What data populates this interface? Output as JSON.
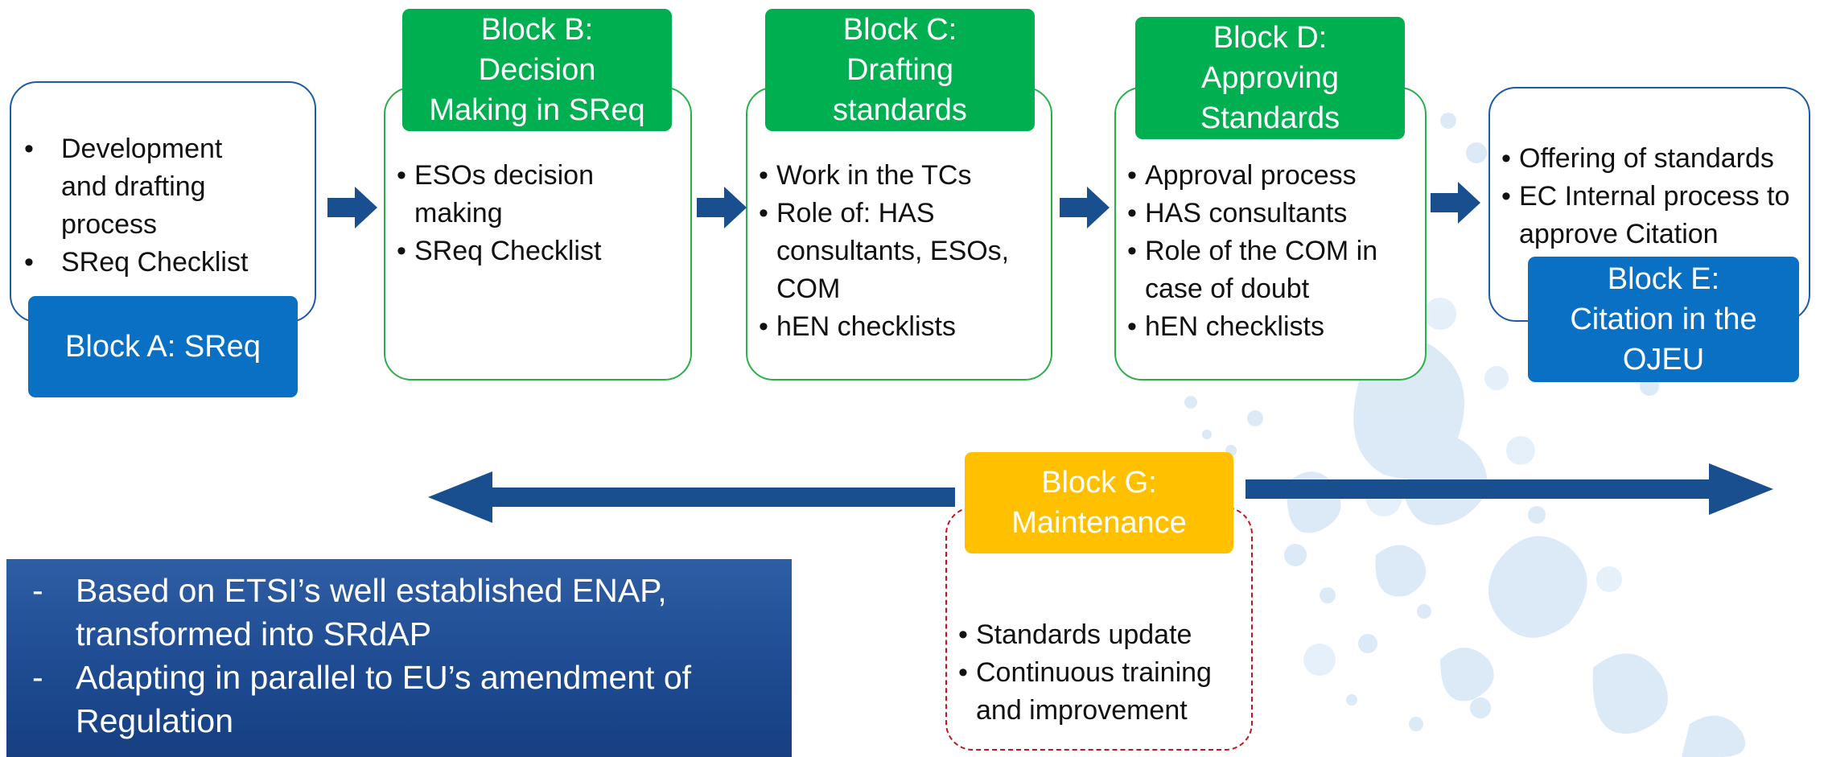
{
  "block_a": {
    "title": "Block A: SReq",
    "items": [
      "Development and drafting process",
      "SReq Checklist"
    ],
    "item_lines": [
      [
        "Development",
        "and drafting",
        "process"
      ],
      [
        "SReq Checklist"
      ]
    ]
  },
  "block_b": {
    "title_lines": [
      "Block B:",
      "Decision",
      "Making in SReq"
    ],
    "items": [
      "ESOs decision making",
      "SReq Checklist"
    ],
    "item_lines": [
      [
        "ESOs decision",
        "making"
      ],
      [
        "SReq Checklist"
      ]
    ]
  },
  "block_c": {
    "title_lines": [
      "Block C:",
      "Drafting",
      "standards"
    ],
    "items": [
      "Work in the TCs",
      "Role of: HAS consultants, ESOs, COM",
      "hEN checklists"
    ],
    "item_lines": [
      [
        "Work in the TCs"
      ],
      [
        "Role of: HAS",
        "consultants, ESOs,",
        "COM"
      ],
      [
        "hEN checklists"
      ]
    ]
  },
  "block_d": {
    "title_lines": [
      "Block D:",
      "Approving",
      "Standards"
    ],
    "items": [
      "Approval process",
      "HAS consultants",
      "Role of the COM in case of doubt",
      "hEN checklists"
    ],
    "item_lines": [
      [
        "Approval process"
      ],
      [
        "HAS consultants"
      ],
      [
        "Role of the COM in",
        "case of doubt"
      ],
      [
        "hEN checklists"
      ]
    ]
  },
  "block_e": {
    "title_lines": [
      "Block E:",
      "Citation in the",
      "OJEU"
    ],
    "items": [
      "Offering of standards",
      "EC Internal process to approve  Citation"
    ],
    "item_lines": [
      [
        "Offering of standards"
      ],
      [
        "EC Internal process to",
        "approve  Citation"
      ]
    ]
  },
  "block_g": {
    "title_lines": [
      "Block G:",
      "Maintenance"
    ],
    "items": [
      "Standards update",
      "Continuous training and improvement"
    ],
    "item_lines": [
      [
        "Standards update"
      ],
      [
        "Continuous training",
        "and improvement"
      ]
    ]
  },
  "notes": {
    "items": [
      "Based on ETSI’s well established ENAP, transformed into SRdAP",
      "Adapting in parallel to EU’s amendment of Regulation"
    ],
    "item_lines": [
      [
        "Based on ETSI’s well established ENAP,",
        "transformed into SRdAP"
      ],
      [
        "Adapting in parallel to EU’s amendment of",
        "Regulation"
      ]
    ]
  },
  "colors": {
    "green": "#00b050",
    "blue": "#0a70c4",
    "yellow": "#ffc000",
    "arrow": "#1a4f8f",
    "notes_bg": "#1e4b91"
  }
}
